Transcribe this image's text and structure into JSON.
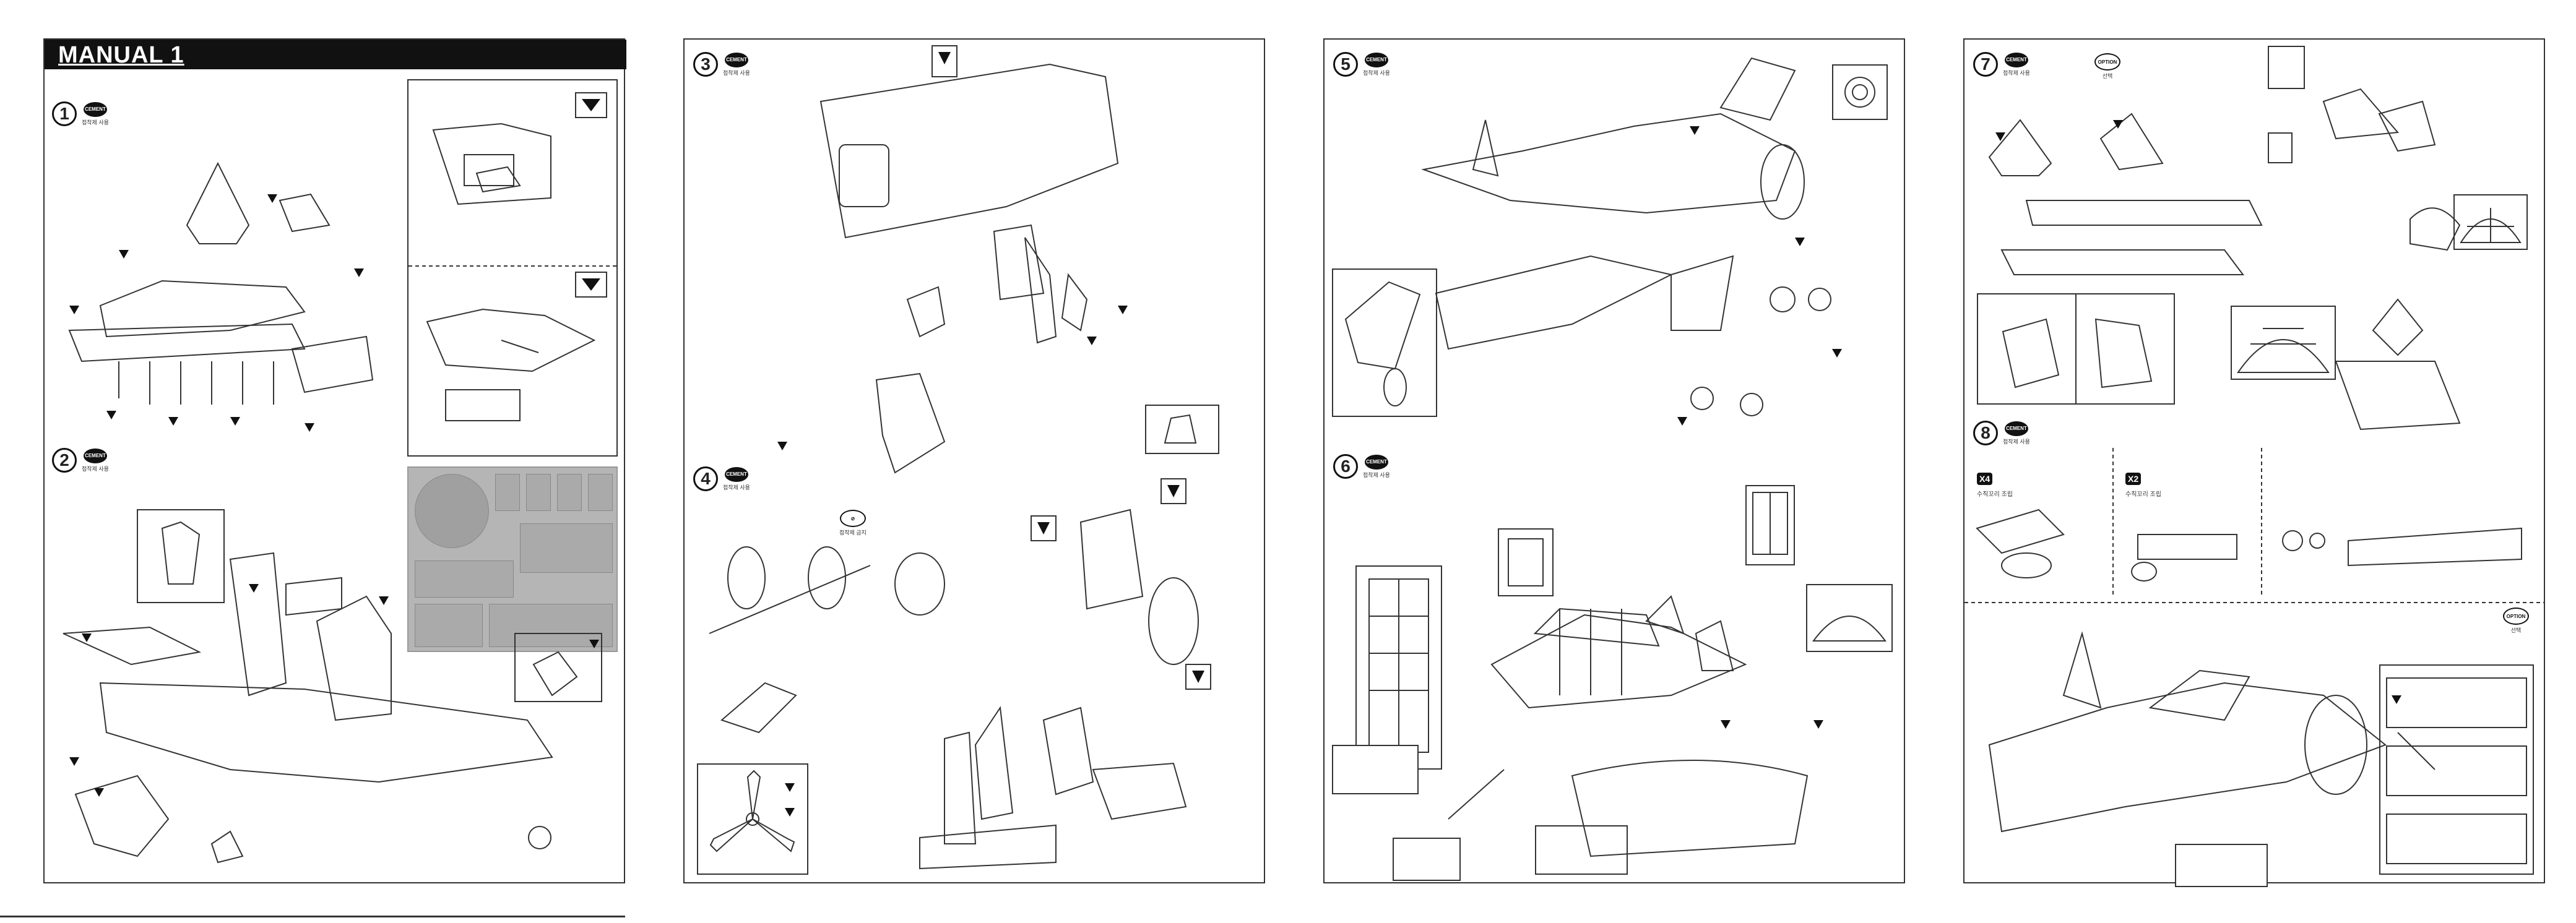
{
  "manual": {
    "title": "MANUAL 1"
  },
  "badges": {
    "cement": "CEMENT",
    "cement_label": "접착제 사용",
    "option": "OPTION",
    "option_label": "선택",
    "no_cement_label": "접착제 금지"
  },
  "steps": [
    {
      "number": "1"
    },
    {
      "number": "2"
    },
    {
      "number": "3"
    },
    {
      "number": "4"
    },
    {
      "number": "5"
    },
    {
      "number": "6"
    },
    {
      "number": "7"
    },
    {
      "number": "8"
    }
  ],
  "step8": {
    "qty_a": "X4",
    "qty_a_label": "수직꼬리 조립",
    "qty_b": "X2",
    "qty_b_label": "수직꼬리 조립"
  }
}
